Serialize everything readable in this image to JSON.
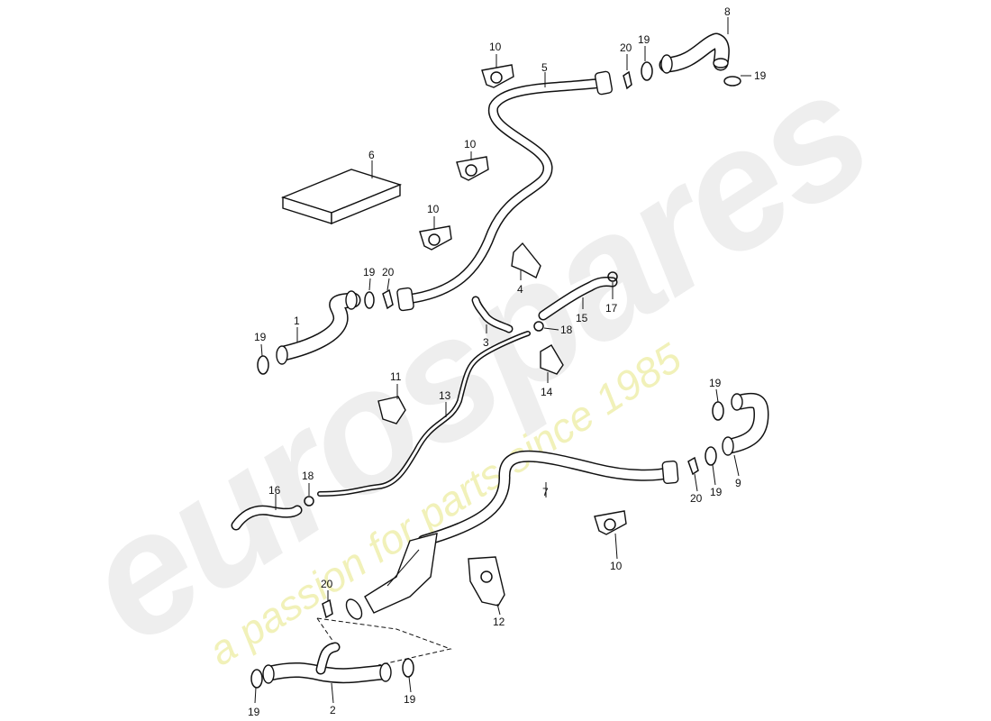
{
  "watermark": {
    "brand": "eurospares",
    "tagline": "a passion for parts since 1985"
  },
  "callouts": [
    {
      "id": "c1",
      "text": "1"
    },
    {
      "id": "c2",
      "text": "2"
    },
    {
      "id": "c3",
      "text": "3"
    },
    {
      "id": "c4",
      "text": "4"
    },
    {
      "id": "c5",
      "text": "5"
    },
    {
      "id": "c6",
      "text": "6"
    },
    {
      "id": "c7",
      "text": "7"
    },
    {
      "id": "c8",
      "text": "8"
    },
    {
      "id": "c9",
      "text": "9"
    },
    {
      "id": "c10a",
      "text": "10"
    },
    {
      "id": "c10b",
      "text": "10"
    },
    {
      "id": "c10c",
      "text": "10"
    },
    {
      "id": "c10d",
      "text": "10"
    },
    {
      "id": "c11",
      "text": "11"
    },
    {
      "id": "c12",
      "text": "12"
    },
    {
      "id": "c13",
      "text": "13"
    },
    {
      "id": "c14",
      "text": "14"
    },
    {
      "id": "c15",
      "text": "15"
    },
    {
      "id": "c16",
      "text": "16"
    },
    {
      "id": "c17",
      "text": "17"
    },
    {
      "id": "c18a",
      "text": "18"
    },
    {
      "id": "c18b",
      "text": "18"
    },
    {
      "id": "c19a",
      "text": "19"
    },
    {
      "id": "c19b",
      "text": "19"
    },
    {
      "id": "c19c",
      "text": "19"
    },
    {
      "id": "c19d",
      "text": "19"
    },
    {
      "id": "c19e",
      "text": "19"
    },
    {
      "id": "c19f",
      "text": "19"
    },
    {
      "id": "c19g",
      "text": "19"
    },
    {
      "id": "c19h",
      "text": "19"
    },
    {
      "id": "c20a",
      "text": "20"
    },
    {
      "id": "c20b",
      "text": "20"
    },
    {
      "id": "c20c",
      "text": "20"
    },
    {
      "id": "c20d",
      "text": "20"
    }
  ]
}
